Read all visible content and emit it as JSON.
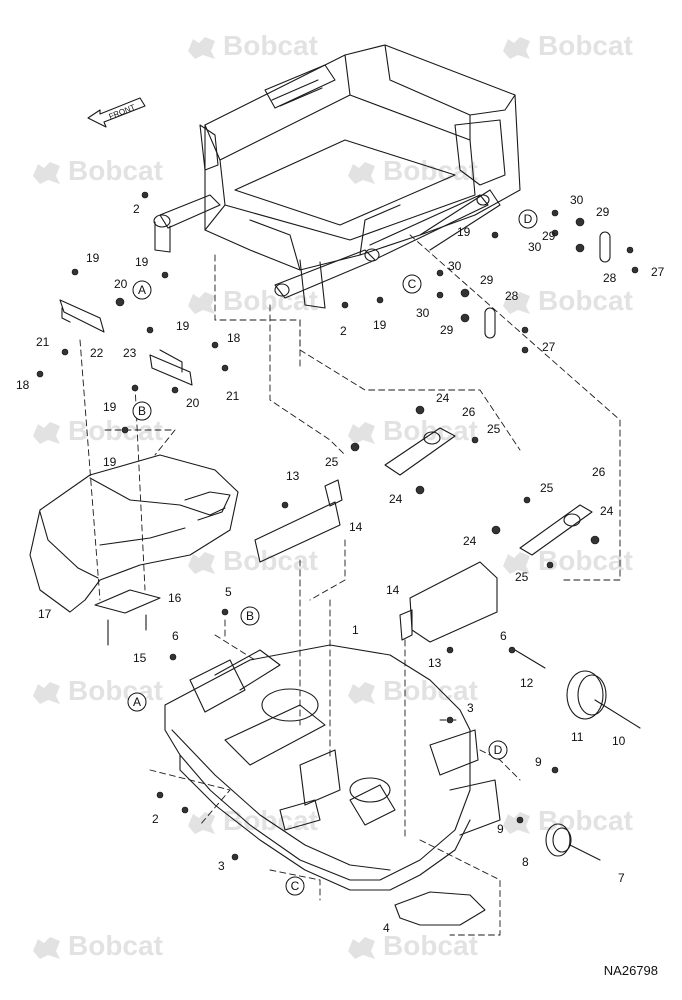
{
  "diagram_code": "NA26798",
  "watermark_text": "Bobcat",
  "front_arrow_label": "FRONT",
  "callouts": [
    "A",
    "B",
    "C",
    "D",
    "A",
    "B",
    "C",
    "D"
  ],
  "part_labels": [
    "1",
    "2",
    "2",
    "2",
    "3",
    "3",
    "4",
    "5",
    "6",
    "6",
    "7",
    "8",
    "9",
    "9",
    "10",
    "11",
    "12",
    "13",
    "13",
    "14",
    "14",
    "15",
    "16",
    "17",
    "18",
    "18",
    "19",
    "19",
    "19",
    "19",
    "19",
    "19",
    "19",
    "20",
    "20",
    "21",
    "21",
    "22",
    "23",
    "24",
    "24",
    "24",
    "24",
    "25",
    "25",
    "25",
    "25",
    "26",
    "26",
    "27",
    "27",
    "28",
    "28",
    "29",
    "29",
    "29",
    "29",
    "30",
    "30",
    "30",
    "30"
  ]
}
